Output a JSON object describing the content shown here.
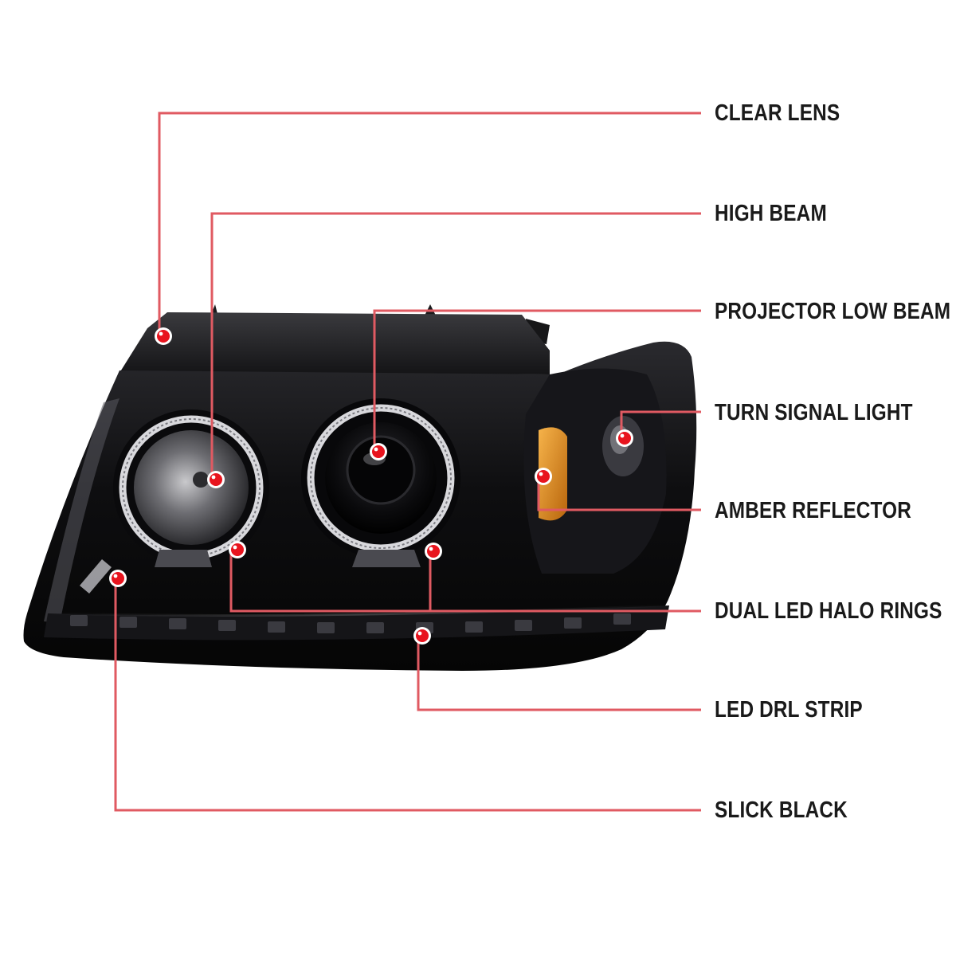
{
  "colors": {
    "background": "#ffffff",
    "leader_line": "#e05a62",
    "callout_dot": "#e8141e",
    "label_text": "#1a1a1a",
    "housing": "#0d0d0f",
    "amber": "#e8961e"
  },
  "callouts": [
    {
      "key": "clear_lens",
      "label": "CLEAR LENS"
    },
    {
      "key": "high_beam",
      "label": "HIGH BEAM"
    },
    {
      "key": "projector_low_beam",
      "label": "PROJECTOR LOW BEAM"
    },
    {
      "key": "turn_signal_light",
      "label": "TURN SIGNAL LIGHT"
    },
    {
      "key": "amber_reflector",
      "label": "AMBER REFLECTOR"
    },
    {
      "key": "dual_led_halo_rings",
      "label": "DUAL LED HALO RINGS"
    },
    {
      "key": "led_drl_strip",
      "label": "LED DRL STRIP"
    },
    {
      "key": "slick_black",
      "label": "SLICK BLACK"
    }
  ]
}
